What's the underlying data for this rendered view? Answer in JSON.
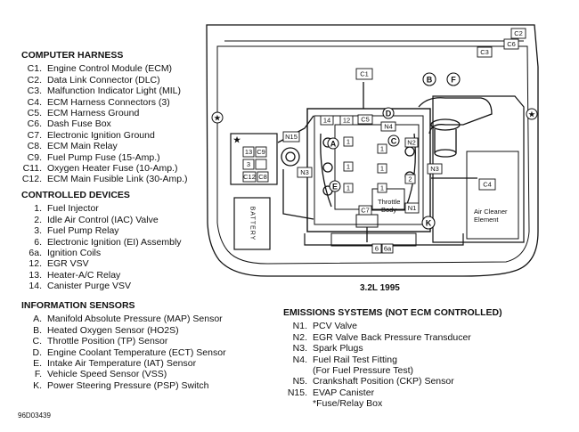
{
  "computer_harness": {
    "heading": "COMPUTER HARNESS",
    "items": [
      {
        "code": "C1.",
        "text": "Engine Control Module (ECM)"
      },
      {
        "code": "C2.",
        "text": "Data Link Connector (DLC)"
      },
      {
        "code": "C3.",
        "text": "Malfunction Indicator Light (MIL)"
      },
      {
        "code": "C4.",
        "text": "ECM Harness Connectors (3)"
      },
      {
        "code": "C5.",
        "text": "ECM Harness Ground"
      },
      {
        "code": "C6.",
        "text": "Dash Fuse Box"
      },
      {
        "code": "C7.",
        "text": "Electronic Ignition Ground"
      },
      {
        "code": "C8.",
        "text": "ECM Main Relay"
      },
      {
        "code": "C9.",
        "text": "Fuel Pump Fuse (15-Amp.)"
      },
      {
        "code": "C11.",
        "text": "Oxygen Heater Fuse (10-Amp.)"
      },
      {
        "code": "C12.",
        "text": "ECM Main Fusible Link (30-Amp.)"
      }
    ]
  },
  "controlled_devices": {
    "heading": "CONTROLLED DEVICES",
    "items": [
      {
        "code": "1.",
        "text": "Fuel Injector"
      },
      {
        "code": "2.",
        "text": "Idle Air Control (IAC) Valve"
      },
      {
        "code": "3.",
        "text": "Fuel Pump Relay"
      },
      {
        "code": "6.",
        "text": "Electronic Ignition (EI) Assembly"
      },
      {
        "code": "6a.",
        "text": "Ignition Coils"
      },
      {
        "code": "12.",
        "text": "EGR VSV"
      },
      {
        "code": "13.",
        "text": "Heater-A/C Relay"
      },
      {
        "code": "14.",
        "text": "Canister Purge VSV"
      }
    ]
  },
  "information_sensors": {
    "heading": "INFORMATION SENSORS",
    "items": [
      {
        "code": "A.",
        "text": "Manifold Absolute Pressure (MAP) Sensor"
      },
      {
        "code": "B.",
        "text": "Heated Oxygen Sensor (HO2S)"
      },
      {
        "code": "C.",
        "text": "Throttle Position (TP) Sensor"
      },
      {
        "code": "D.",
        "text": "Engine Coolant Temperature (ECT) Sensor"
      },
      {
        "code": "E.",
        "text": "Intake Air Temperature (IAT) Sensor"
      },
      {
        "code": "F.",
        "text": "Vehicle Speed Sensor (VSS)"
      },
      {
        "code": "K.",
        "text": "Power Steering Pressure (PSP) Switch"
      }
    ]
  },
  "emissions_systems": {
    "heading": "EMISSIONS SYSTEMS (NOT ECM CONTROLLED)",
    "items": [
      {
        "code": "N1.",
        "text": "PCV Valve"
      },
      {
        "code": "N2.",
        "text": "EGR Valve Back Pressure Transducer"
      },
      {
        "code": "N3.",
        "text": "Spark Plugs"
      },
      {
        "code": "N4.",
        "text": "Fuel Rail Test Fitting"
      },
      {
        "code": "",
        "text": "(For Fuel Pressure Test)"
      },
      {
        "code": "N5.",
        "text": "Crankshaft Position (CKP) Sensor"
      },
      {
        "code": "N15.",
        "text": "EVAP Canister"
      },
      {
        "code": "",
        "text": "*Fuse/Relay Box"
      }
    ]
  },
  "caption": "3.2L 1995",
  "doc_id": "96D03439",
  "diagram_labels": {
    "c1": "C1",
    "c2": "C2",
    "c3": "C3",
    "c4": "C4",
    "c5": "C5",
    "c6": "C6",
    "c7": "C7",
    "c8": "C8",
    "c9": "C9",
    "c11": "13",
    "c12": "C12",
    "c12_num": "3",
    "n1": "N1",
    "n2": "N2",
    "n3_left": "N3",
    "n3_right": "N3",
    "n4": "N4",
    "n15": "N15",
    "d14": "14",
    "d12": "12",
    "d6": "6",
    "d6a": "6a",
    "d2": "2",
    "d1": "1",
    "sA": "A",
    "sB": "B",
    "sC": "C",
    "sD": "D",
    "sE": "E",
    "sF": "F",
    "sK": "K",
    "battery": "BATTERY",
    "throttle_line1": "Throttle",
    "throttle_line2": "Body",
    "aircleaner_line1": "Air Cleaner",
    "aircleaner_line2": "Element",
    "star": "★"
  }
}
